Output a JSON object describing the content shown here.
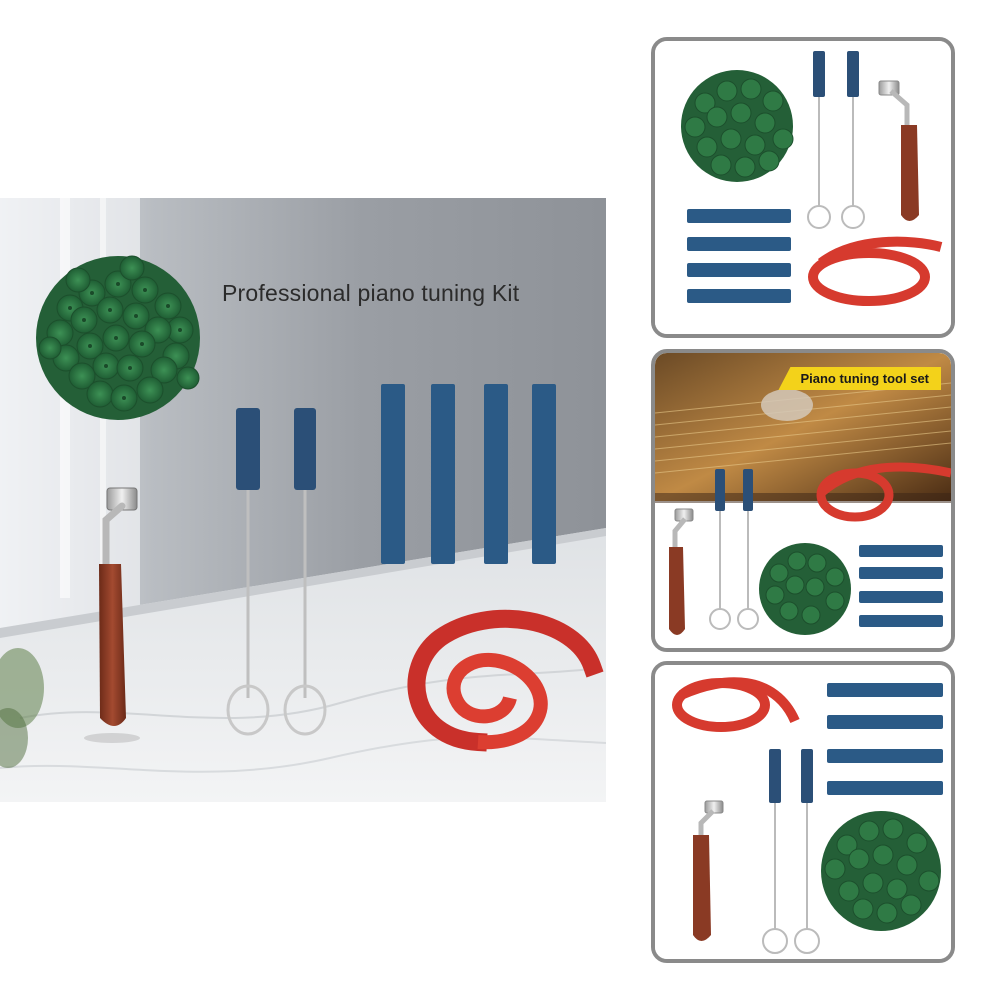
{
  "main_photo": {
    "caption": "Professional piano tuning Kit"
  },
  "panels": [
    {
      "id": "flat-lay-1"
    },
    {
      "id": "piano-background",
      "banner": "Piano tuning tool set"
    },
    {
      "id": "flat-lay-2"
    }
  ],
  "colors": {
    "felt_green": "#2f7a45",
    "mute_blue": "#2b5a86",
    "strip_red": "#d63a2e",
    "handle_wood": "#8a3a24",
    "panel_border": "#8a8a8a",
    "banner_yellow": "#f3d21a"
  }
}
